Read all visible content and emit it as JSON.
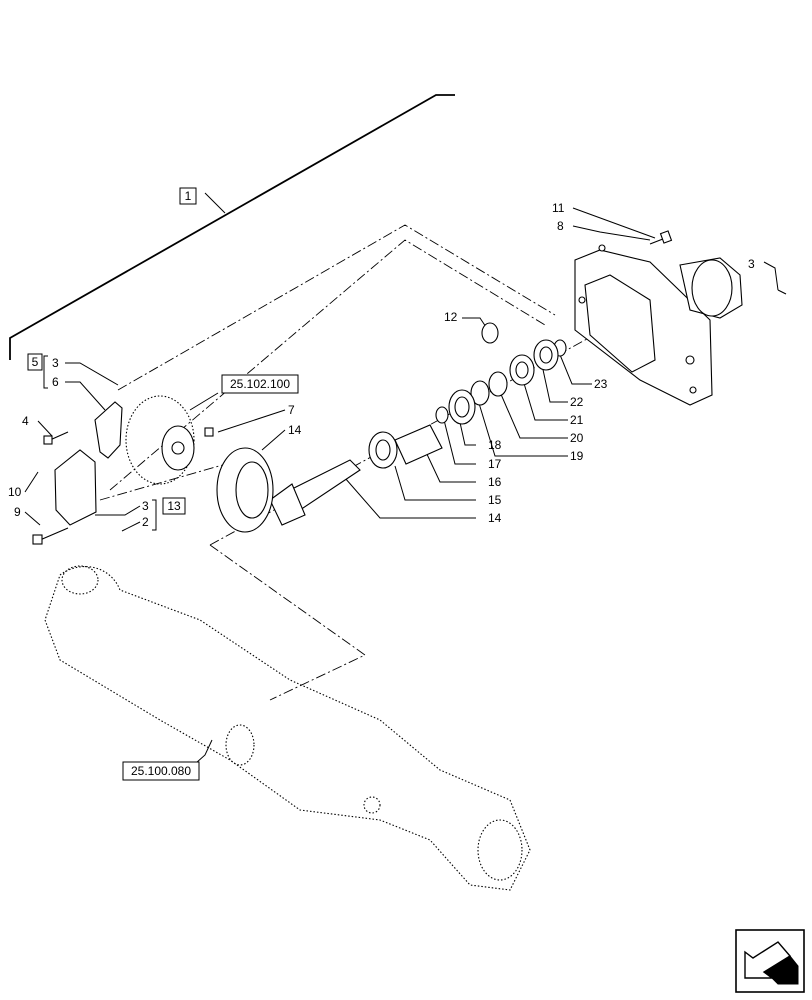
{
  "refs": {
    "assembly": "1",
    "kit_a": "5",
    "kit_b": "13",
    "diff_ref": "25.102.100",
    "axle_ref": "25.100.080"
  },
  "callouts": {
    "c2": "2",
    "c3a": "3",
    "c3b": "3",
    "c3c": "3",
    "c4": "4",
    "c6": "6",
    "c7": "7",
    "c8": "8",
    "c9": "9",
    "c10": "10",
    "c11": "11",
    "c12": "12",
    "c14a": "14",
    "c14b": "14",
    "c15": "15",
    "c16": "16",
    "c17": "17",
    "c18": "18",
    "c19": "19",
    "c20": "20",
    "c21": "21",
    "c22": "22",
    "c23": "23"
  },
  "icons": {
    "nav": "next-page-arrow-icon"
  }
}
